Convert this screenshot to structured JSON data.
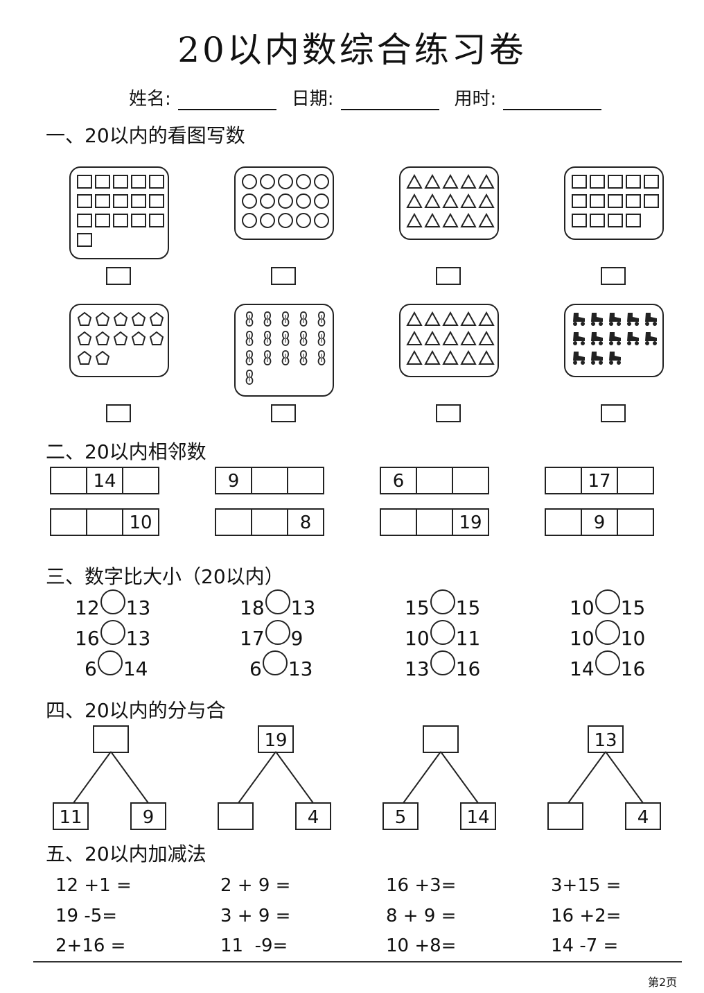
{
  "title": "20以内数综合练习卷",
  "info": {
    "name": "姓名:",
    "date": "日期:",
    "time": "用时:"
  },
  "sections": {
    "s1": "一、20以内的看图写数",
    "s2": "二、20以内相邻数",
    "s3": "三、数字比大小（20以内）",
    "s4": "四、20以内的分与合",
    "s5": "五、20以内加减法"
  },
  "picture_panels": [
    {
      "shape": "square",
      "count": 16
    },
    {
      "shape": "circle",
      "count": 15
    },
    {
      "shape": "triangle",
      "count": 15
    },
    {
      "shape": "square",
      "count": 14
    },
    {
      "shape": "pentagon",
      "count": 12
    },
    {
      "shape": "peanut",
      "count": 16
    },
    {
      "shape": "triangle",
      "count": 15
    },
    {
      "shape": "skate",
      "count": 13
    }
  ],
  "neighbors": [
    [
      "",
      "14",
      ""
    ],
    [
      "9",
      "",
      ""
    ],
    [
      "6",
      "",
      ""
    ],
    [
      "",
      "17",
      ""
    ],
    [
      "",
      "",
      "10"
    ],
    [
      "",
      "",
      "8"
    ],
    [
      "",
      "",
      "19"
    ],
    [
      "",
      "9",
      ""
    ]
  ],
  "compare": [
    [
      "12",
      "13"
    ],
    [
      "18",
      "13"
    ],
    [
      "15",
      "15"
    ],
    [
      "10",
      "15"
    ],
    [
      "16",
      "13"
    ],
    [
      "17",
      "9"
    ],
    [
      "10",
      "11"
    ],
    [
      "10",
      "10"
    ],
    [
      "6",
      "14"
    ],
    [
      "6",
      "13"
    ],
    [
      "13",
      "16"
    ],
    [
      "14",
      "16"
    ]
  ],
  "split": [
    {
      "top": "",
      "left": "11",
      "right": "9"
    },
    {
      "top": "19",
      "left": "",
      "right": "4"
    },
    {
      "top": "",
      "left": "5",
      "right": "14"
    },
    {
      "top": "13",
      "left": "",
      "right": "4"
    }
  ],
  "equations": [
    "12 +1 =",
    "2 + 9 =",
    "16 +3=",
    "3+15 =",
    "19 -5=",
    "3 + 9 =",
    "8 + 9 =",
    "16 +2=",
    "2+16 =",
    "11  -9=",
    "10 +8=",
    "14 -7 ="
  ],
  "page": "第2页"
}
